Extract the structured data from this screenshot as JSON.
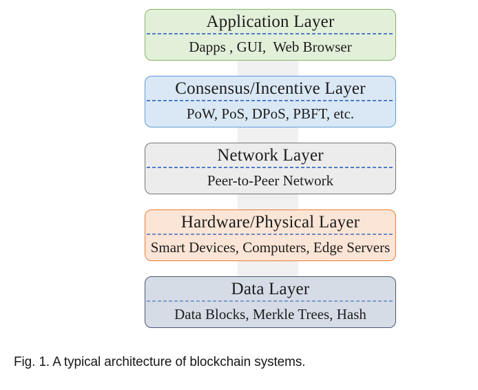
{
  "figure": {
    "caption": "Fig. 1. A typical architecture of blockchain systems.",
    "connector_color": "#F0F0F0",
    "layers": [
      {
        "name": "application",
        "title": "Application Layer",
        "subtitle": "Dapps , GUI,  Web Browser",
        "fill": "#E2EFD9",
        "border": "#84B465",
        "divider": "#4E7AC7"
      },
      {
        "name": "consensus-incentive",
        "title": "Consensus/Incentive Layer",
        "subtitle": "PoW, PoS, DPoS, PBFT, etc.",
        "fill": "#DAE8F5",
        "border": "#5B9BD5",
        "divider": "#4E7AC7"
      },
      {
        "name": "network",
        "title": "Network Layer",
        "subtitle": "Peer-to-Peer Network",
        "fill": "#ECECEC",
        "border": "#747474",
        "divider": "#4E7AC7"
      },
      {
        "name": "hardware-physical",
        "title": "Hardware/Physical Layer",
        "subtitle": "Smart Devices, Computers, Edge Servers",
        "fill": "#FBE5D6",
        "border": "#E87C30",
        "divider": "#6E86C4"
      },
      {
        "name": "data",
        "title": "Data Layer",
        "subtitle": "Data Blocks, Merkle Trees, Hash",
        "fill": "#D6DCE6",
        "border": "#47556E",
        "divider": "#8098CB"
      }
    ]
  }
}
